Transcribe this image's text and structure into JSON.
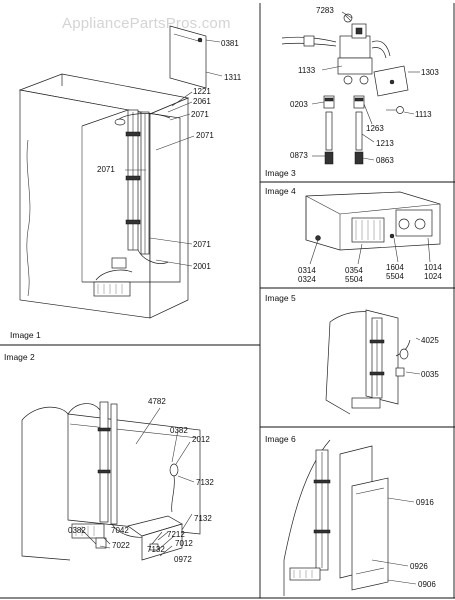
{
  "watermark": "AppliancePartsPros.com",
  "panels": {
    "image1": "Image 1",
    "image2": "Image 2",
    "image3": "Image 3",
    "image4": "Image 4",
    "image5": "Image 5",
    "image6": "Image 6"
  },
  "parts": {
    "p0381": "0381",
    "p1311": "1311",
    "p1221": "1221",
    "p2061": "2061",
    "p2071a": "2071",
    "p2071b": "2071",
    "p2071c": "2071",
    "p2071d": "2071",
    "p2001": "2001",
    "p7283": "7283",
    "p1133": "1133",
    "p1303": "1303",
    "p0203": "0203",
    "p1113": "1113",
    "p1263": "1263",
    "p1213": "1213",
    "p0873": "0873",
    "p0863": "0863",
    "p0314": "0314",
    "p0324": "0324",
    "p0354": "0354",
    "p5504a": "5504",
    "p1604": "1604",
    "p5504b": "5504",
    "p1014": "1014",
    "p1024": "1024",
    "p4025": "4025",
    "p0035": "0035",
    "p4782": "4782",
    "p0382a": "0382",
    "p2012": "2012",
    "p7132a": "7132",
    "p7132b": "7132",
    "p7132c": "7132",
    "p0382b": "0382",
    "p7042": "7042",
    "p7022": "7022",
    "p7212": "7212",
    "p7012": "7012",
    "p0972": "0972",
    "p0916": "0916",
    "p0926": "0926",
    "p0906": "0906"
  }
}
